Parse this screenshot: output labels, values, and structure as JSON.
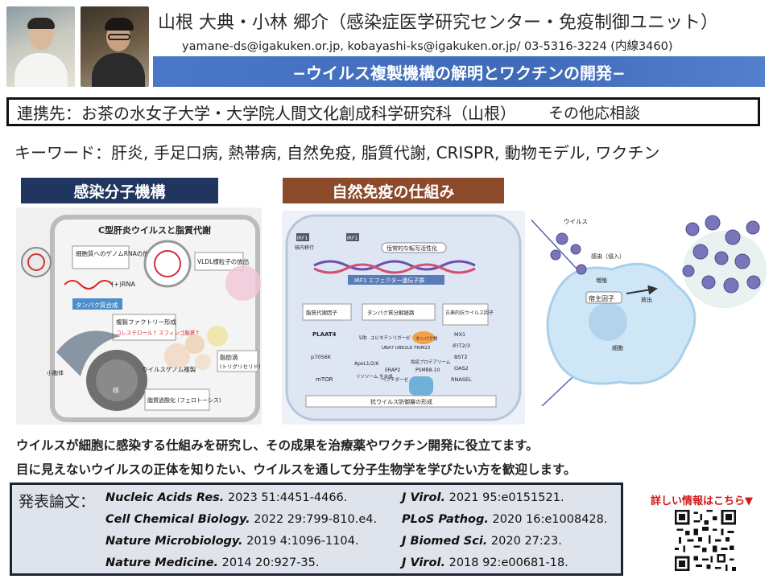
{
  "header": {
    "names": "山根 大典・小林 郷介（感染症医学研究センター・免疫制御ユニット）",
    "contact": "yamane-ds@igakuken.or.jp, kobayashi-ks@igakuken.or.jp/ 03-5316-3224 (内線3460)",
    "banner": "−ウイルス複製機構の解明とワクチンの開発−"
  },
  "collaboration": {
    "text": "連携先：お茶の水女子大学・大学院人間文化創成科学研究科（山根）",
    "extra": "その他応相談"
  },
  "keywords": "キーワード：肝炎, 手足口病, 熱帯病, 自然免疫, 脂質代謝, CRISPR, 動物モデル, ワクチン",
  "sections": {
    "left": "感染分子機構",
    "middle": "自然免疫の仕組み"
  },
  "figure1": {
    "title": "C型肝炎ウイルスと脂質代謝",
    "labels": {
      "genome_release": "細胞質へのゲノムRNAの放出",
      "rna": "(+)RNA",
      "vldl": "VLDL様粒子の放出",
      "protein": "タンパク質合成",
      "factory": "複製ファクトリー形成",
      "factory_note": "コレステロール↑ スフィンゴ脂質↑",
      "lipid_droplet": "脂肪滴",
      "lipid_note": "(トリグリセリド)",
      "replication": "ウイルスゲノム複製",
      "peroxidation": "脂質過酸化 (フェロトーシス)",
      "er": "小胞体",
      "nucleus": "核"
    }
  },
  "figure2": {
    "labels": {
      "irf1_a": "IRF1",
      "nuclear": "核内移行",
      "irf1_b": "IRF1",
      "constitutive": "恒常的な転写活性化",
      "effectors": "IRF1 エフェクター遺伝子群",
      "lipid": "脂質代謝因子",
      "protein_deg": "タンパク質分解経路",
      "classic": "古典的抗ウイルス因子",
      "plaat4": "PLAAT4",
      "p70": "p70S6K",
      "mtor": "mTOR",
      "ub": "Ub",
      "ligases": "ユビキチンリガーゼ",
      "ube1": "UBA7 UBE2L6 TRIM22",
      "protein_bubble": "タンパク質",
      "apol": "ApoL1/2/6",
      "lyso": "リソソーム 生合成",
      "erap": "ERAP2",
      "pep": "ペプチダーゼ",
      "immuno": "免疫プロテアソーム",
      "psmb": "PSMB8-10",
      "mx1": "MX1",
      "ifit": "IFIT2/3",
      "bst2": "BST2",
      "oas2": "OAS2",
      "rnasel": "RNASEL",
      "result": "抗ウイルス防御層の形成"
    }
  },
  "figure3": {
    "virus": "ウイルス",
    "infection": "感染（侵入）",
    "replication": "増殖",
    "host_factor": "宿主因子",
    "release": "放出",
    "cell": "細胞"
  },
  "description": {
    "line1": "ウイルスが細胞に感染する仕組みを研究し、その成果を治療薬やワクチン開発に役立てます。",
    "line2": "目に見えないウイルスの正体を知りたい、ウイルスを通して分子生物学を学びたい方を歓迎します。"
  },
  "publications": {
    "title": "発表論文：",
    "left": [
      {
        "journal": "Nucleic Acids Res.",
        "cite": " 2023 51:4451-4466."
      },
      {
        "journal": "Cell Chemical Biology.",
        "cite": " 2022 29:799-810.e4."
      },
      {
        "journal": "Nature Microbiology.",
        "cite": " 2019 4:1096-1104."
      },
      {
        "journal": "Nature Medicine.",
        "cite": " 2014 20:927-35."
      }
    ],
    "right": [
      {
        "journal": "J Virol.",
        "cite": " 2021 95:e0151521."
      },
      {
        "journal": "PLoS Pathog.",
        "cite": " 2020 16:e1008428."
      },
      {
        "journal": "J Biomed Sci.",
        "cite": " 2020 27:23."
      },
      {
        "journal": "J Virol.",
        "cite": " 2018 92:e00681-18."
      }
    ]
  },
  "qr": {
    "label": "詳しい情報はこちら▼"
  },
  "colors": {
    "banner": "#4a78c8",
    "section_left": "#20365f",
    "section_middle": "#8b4a2a",
    "pub_bg": "#dfe3ec",
    "qr_label": "#d01818"
  }
}
